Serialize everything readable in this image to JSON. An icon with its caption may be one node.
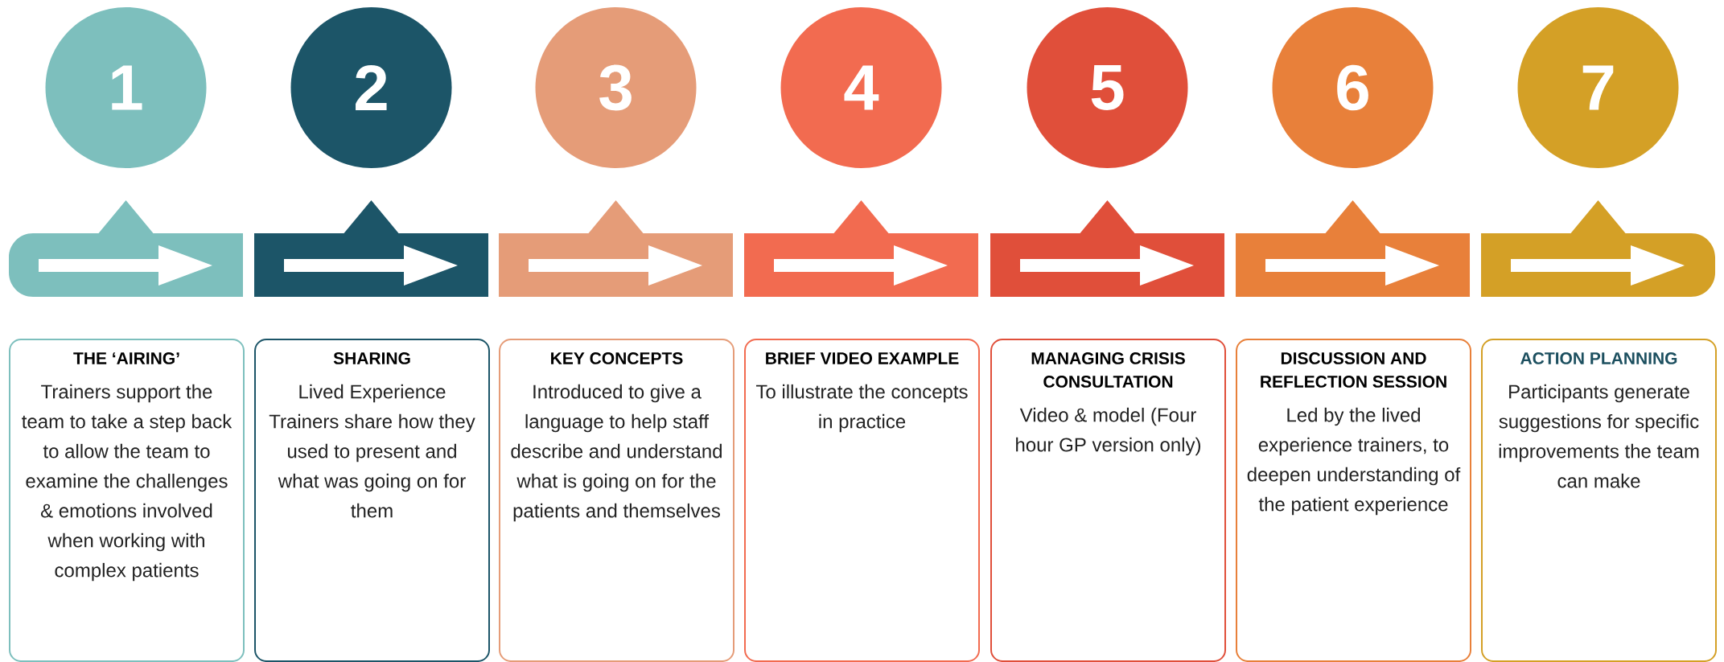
{
  "diagram": {
    "nodes": [
      {
        "text": [
          "1"
        ]
      },
      {
        "text": [
          "2"
        ]
      },
      {
        "text": [
          "3"
        ]
      },
      {
        "text": [
          "4"
        ]
      },
      {
        "text": [
          "5"
        ]
      },
      {
        "text": [
          "6"
        ]
      },
      {
        "text": [
          "7"
        ]
      },
      {
        "text": [
          "THE ‘AIRING’",
          "Trainers support the team to take a step back to allow the team to examine the challenges & emotions involved when working with complex patients"
        ]
      },
      {
        "text": [
          "SHARING",
          "Lived Experience Trainers share how they used to present and what was going on for them"
        ]
      },
      {
        "text": [
          "KEY CONCEPTS",
          "Introduced to give a language to help staff describe and understand what is going on for the patients and themselves"
        ]
      },
      {
        "text": [
          "BRIEF VIDEO EXAMPLE",
          "To illustrate the concepts in practice"
        ]
      },
      {
        "text": [
          "MANAGING CRISIS CONSULTATION",
          "Video & model (Four hour GP version only)"
        ]
      },
      {
        "text": [
          "DISCUSSION AND REFLECTION SESSION",
          "Led by the lived experience trainers, to deepen understanding of the patient experience"
        ]
      },
      {
        "text": [
          "ACTION PLANNING",
          "Participants generate suggestions for specific improvements the team can make"
        ]
      }
    ]
  }
}
